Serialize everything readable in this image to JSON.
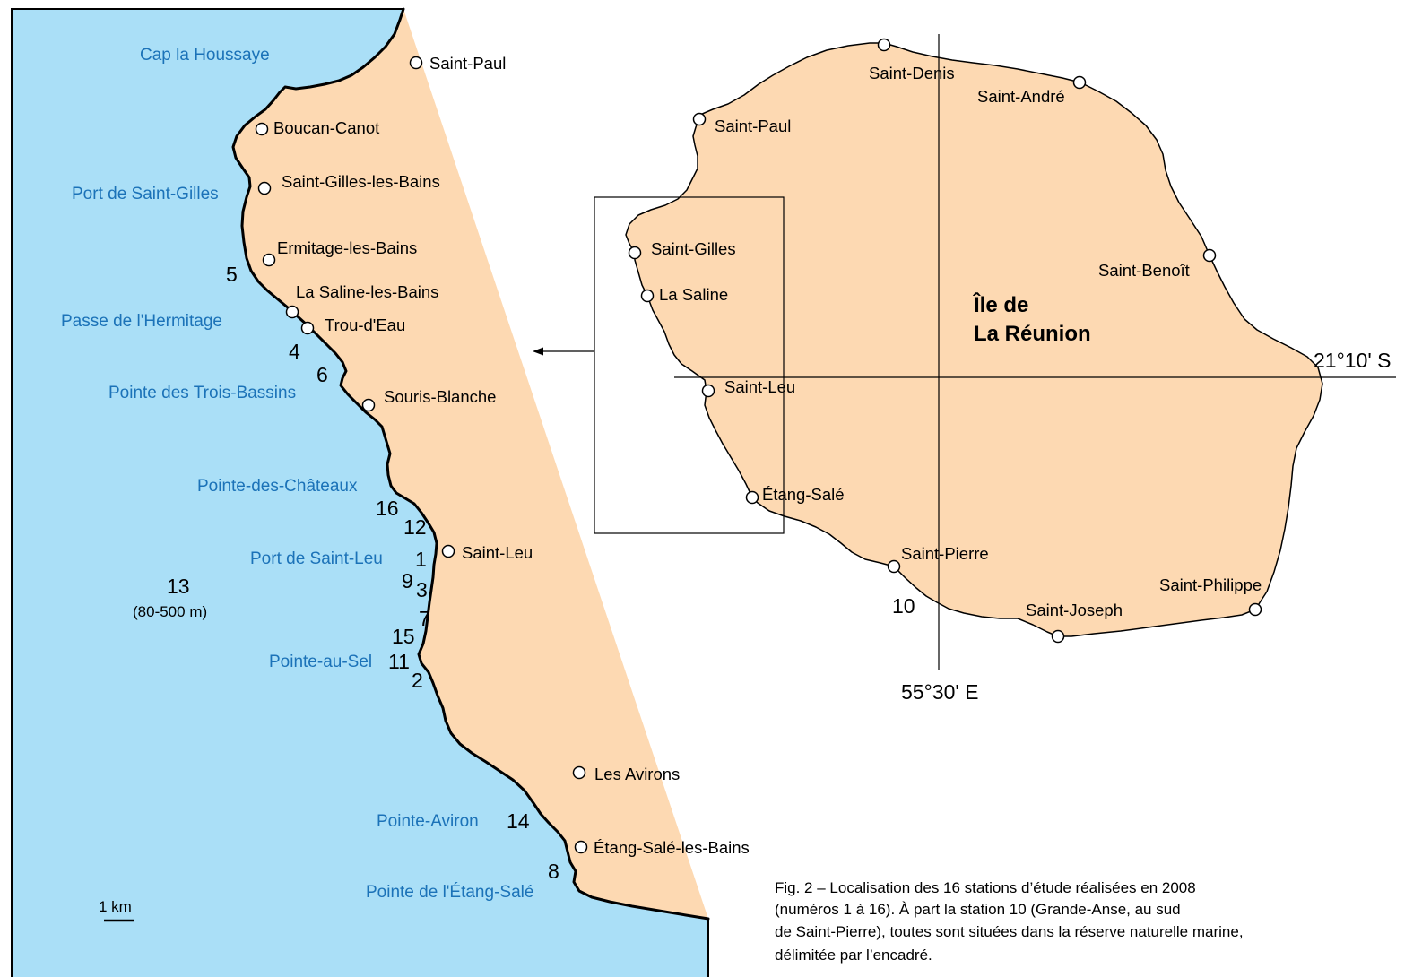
{
  "colors": {
    "sea": "#aadff7",
    "land": "#fdd9b2",
    "sea_label": "#1b72b8",
    "ink": "#000000"
  },
  "detail_map": {
    "sea_labels": [
      "Cap la Houssaye",
      "Port de Saint-Gilles",
      "Passe de l'Hermitage",
      "Pointe des Trois-Bassins",
      "Pointe-des-Châteaux",
      "Port de Saint-Leu",
      "Pointe-au-Sel",
      "Pointe-Aviron",
      "Pointe de l'Étang-Salé"
    ],
    "towns": [
      "Saint-Paul",
      "Boucan-Canot",
      "Saint-Gilles-les-Bains",
      "Ermitage-les-Bains",
      "La Saline-les-Bains",
      "Trou-d'Eau",
      "Souris-Blanche",
      "Saint-Leu",
      "Les Avirons",
      "Étang-Salé-les-Bains"
    ],
    "stations": [
      "5",
      "4",
      "6",
      "16",
      "12",
      "1",
      "9",
      "3",
      "7",
      "15",
      "11",
      "2",
      "14",
      "8"
    ],
    "deep_station": {
      "number": "13",
      "depth": "(80-500 m)"
    },
    "scale_label": "1 km"
  },
  "island_map": {
    "title": [
      "Île de",
      "La Réunion"
    ],
    "towns": [
      "Saint-Denis",
      "Saint-André",
      "Saint-Paul",
      "Saint-Gilles",
      "La Saline",
      "Saint-Benoît",
      "Saint-Leu",
      "Étang-Salé",
      "Saint-Pierre",
      "Saint-Joseph",
      "Saint-Philippe"
    ],
    "station": "10",
    "latitude": "21°10' S",
    "longitude": "55°30' E"
  },
  "caption": [
    "Fig. 2 – Localisation des 16 stations d’étude réalisées en 2008",
    "(numéros 1 à 16). À part la station 10 (Grande-Anse, au sud",
    "de Saint-Pierre), toutes sont situées dans la réserve naturelle marine,",
    "délimitée par l’encadré."
  ]
}
